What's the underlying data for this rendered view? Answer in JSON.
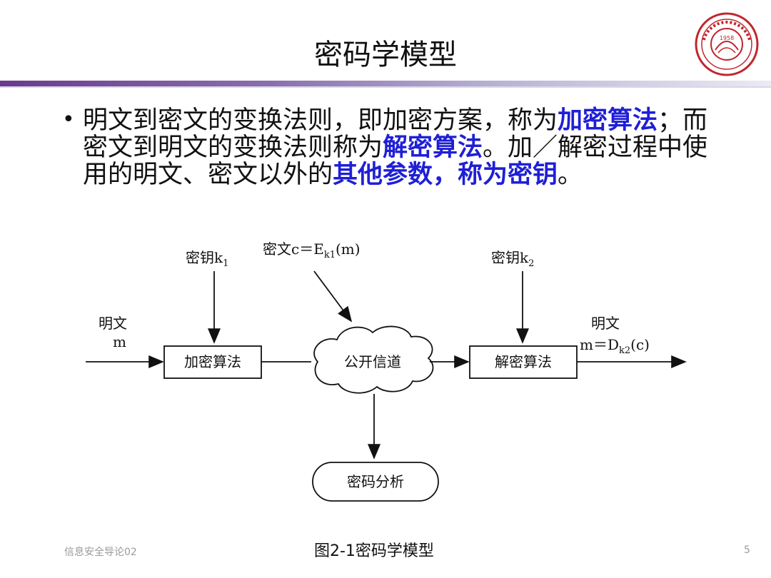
{
  "slide": {
    "title": "密码学模型",
    "logo_year": "1958",
    "bullet": {
      "t1": "明文到密文的变换法则，即加密方案，称为",
      "h1": "加密算法",
      "t2": "；而密文到明文的变换法则称为",
      "h2": "解密算法",
      "t3": "。加／解密过程中使用的明文、密文以外的",
      "h3": "其他参数，称为密钥",
      "t4": "。"
    }
  },
  "diagram": {
    "key1": "密钥k",
    "key1_sub": "1",
    "ciphertext_prefix": "密文c＝E",
    "ciphertext_sub": "k1",
    "ciphertext_suffix": "(m)",
    "key2": "密钥k",
    "key2_sub": "2",
    "plaintext_in": "明文",
    "plaintext_in_var": "m",
    "encrypt_box": "加密算法",
    "channel": "公开信道",
    "decrypt_box": "解密算法",
    "plaintext_out": "明文",
    "plaintext_out_prefix": "m＝D",
    "plaintext_out_sub": "k2",
    "plaintext_out_suffix": "(c)",
    "analysis": "密码分析"
  },
  "footer": {
    "left": "信息安全导论02",
    "caption": "图2-1密码学模型",
    "page": "5"
  },
  "colors": {
    "highlight": "#1f1fd6",
    "band_start": "#6a3a8c",
    "logo_red": "#c0272d"
  }
}
